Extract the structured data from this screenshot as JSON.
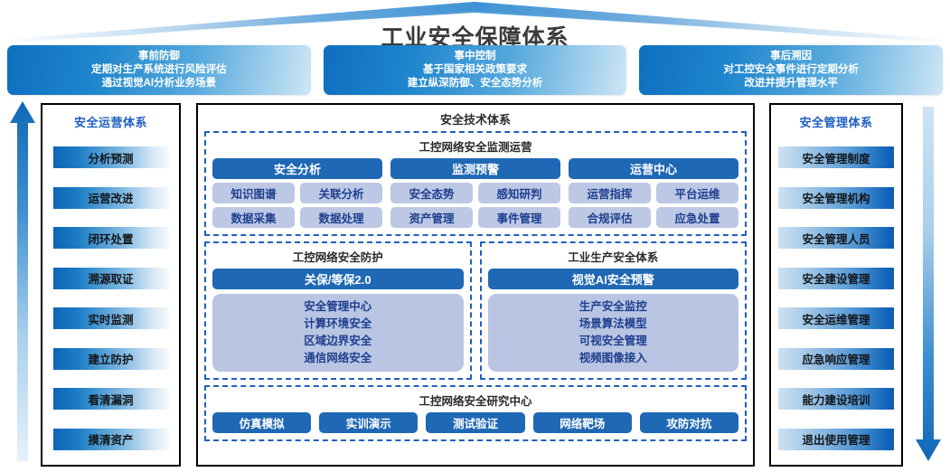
{
  "header": {
    "title": "工业安全保障体系"
  },
  "phases": [
    {
      "title": "事前防御",
      "lines": [
        "定期对生产系统进行风险评估",
        "通过视觉AI分析业务场景"
      ]
    },
    {
      "title": "事中控制",
      "lines": [
        "基于国家相关政策要求",
        "建立纵深防御、安全态势分析"
      ]
    },
    {
      "title": "事后溯因",
      "lines": [
        "对工控安全事件进行定期分析",
        "改进并提升管理水平"
      ]
    }
  ],
  "left_sidebar": {
    "heading": "安全运营体系",
    "arrow": "arrow-up",
    "items": [
      {
        "label": "分析预测"
      },
      {
        "label": "运营改进"
      },
      {
        "label": "闭环处置"
      },
      {
        "label": "溯源取证"
      },
      {
        "label": "实时监测"
      },
      {
        "label": "建立防护"
      },
      {
        "label": "看清漏洞"
      },
      {
        "label": "摸清资产"
      }
    ]
  },
  "right_sidebar": {
    "heading": "安全管理体系",
    "arrow": "arrow-down",
    "items": [
      {
        "label": "安全管理制度"
      },
      {
        "label": "安全管理机构"
      },
      {
        "label": "安全管理人员"
      },
      {
        "label": "安全建设管理"
      },
      {
        "label": "安全运维管理"
      },
      {
        "label": "应急响应管理"
      },
      {
        "label": "能力建设培训"
      },
      {
        "label": "退出使用管理"
      }
    ]
  },
  "center": {
    "heading": "安全技术体系",
    "monitoring": {
      "heading": "工控网络安全监测运营",
      "columns": [
        {
          "caption": "安全分析",
          "cells": [
            "知识图谱",
            "关联分析",
            "数据采集",
            "数据处理"
          ]
        },
        {
          "caption": "监测预警",
          "cells": [
            "安全态势",
            "感知研判",
            "资产管理",
            "事件管理"
          ]
        },
        {
          "caption": "运营中心",
          "cells": [
            "运营指挥",
            "平台运维",
            "合规评估",
            "应急处置"
          ]
        }
      ]
    },
    "panels": [
      {
        "heading": "工控网络安全防护",
        "caption": "关保/等保2.0",
        "lines": [
          "安全管理中心",
          "计算环境安全",
          "区域边界安全",
          "通信网络安全"
        ]
      },
      {
        "heading": "工业生产安全体系",
        "caption": "视觉AI安全预警",
        "lines": [
          "生产安全监控",
          "场景算法模型",
          "可视安全管理",
          "视频图像接入"
        ]
      }
    ],
    "research": {
      "heading": "工控网络安全研究中心",
      "buttons": [
        "仿真模拟",
        "实训演示",
        "测试验证",
        "网络靶场",
        "攻防对抗"
      ]
    }
  },
  "colors": {
    "primary_blue": "#1f68b5",
    "deep_blue": "#0d64b8",
    "sub_tile": "#bcc8e4",
    "panel_body": "#b9c5e2",
    "heading_blue": "#1f5fc0",
    "title_gray": "#3a3a3a"
  }
}
